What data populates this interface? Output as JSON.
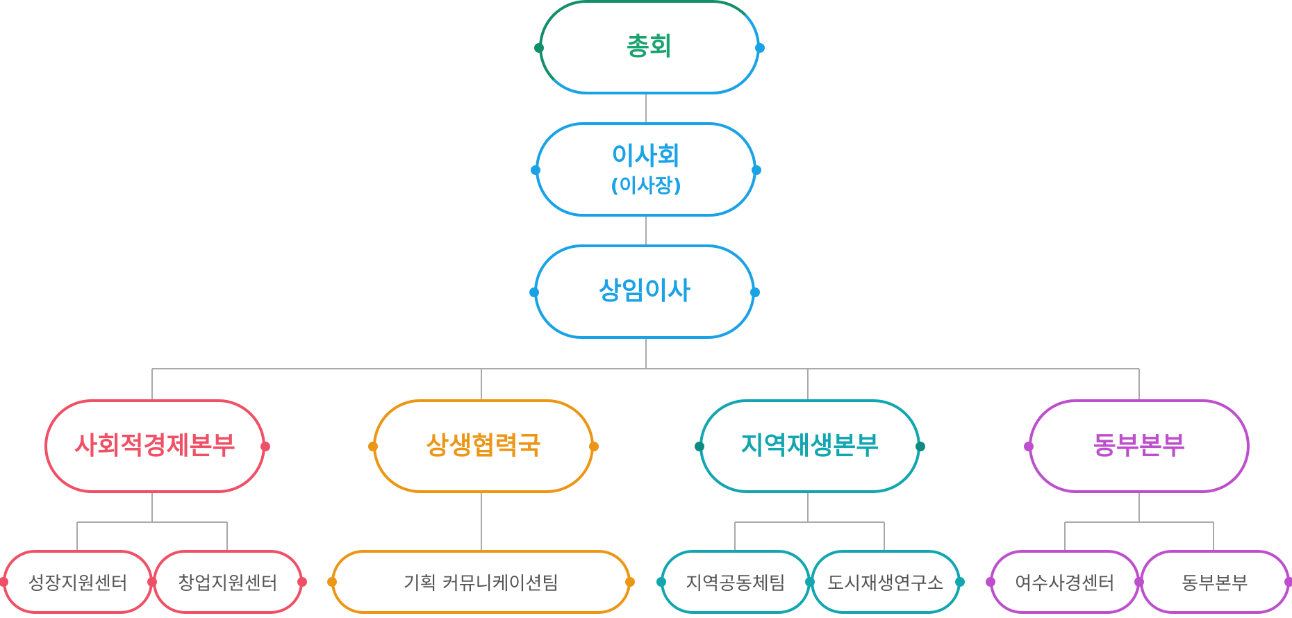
{
  "colors": {
    "green": "#128f68",
    "blue": "#1aa2e6",
    "red": "#ef5065",
    "orange": "#ec9615",
    "teal": "#12a6b0",
    "tealDark": "#0e8b80",
    "purple": "#be4fcc",
    "line": "#a9a9a9"
  },
  "nodes": [
    {
      "id": "general",
      "label": "총회",
      "border": [
        "#128f68",
        "#1aa2e6"
      ],
      "text": "#1aa26f",
      "dots": [
        "#128f68",
        "#1aa2e6"
      ]
    },
    {
      "id": "board",
      "label": "이사회",
      "sub": "(이사장)",
      "border": [
        "#1aa2e6",
        "#1aa2e6"
      ],
      "text": "#1aa2e6",
      "dots": [
        "#1aa2e6",
        "#1aa2e6"
      ]
    },
    {
      "id": "executive",
      "label": "상임이사",
      "border": [
        "#1aa2e6",
        "#1aa2e6"
      ],
      "text": "#1aa2e6",
      "dots": [
        "#1aa2e6",
        "#1aa2e6"
      ]
    },
    {
      "id": "social",
      "label": "사회적경제본부",
      "border": [
        "#ef5065",
        "#ef5065"
      ],
      "text": "#ef5065",
      "dots": [
        null,
        "#ef5065"
      ]
    },
    {
      "id": "coexist",
      "label": "상생협력국",
      "border": [
        "#ec9615",
        "#ec9615"
      ],
      "text": "#ec9615",
      "dots": [
        "#ec9615",
        "#ec9615"
      ]
    },
    {
      "id": "regen",
      "label": "지역재생본부",
      "border": [
        "#12a6b0",
        "#12a6b0"
      ],
      "text": "#12a6b0",
      "dots": [
        "#0e8b80",
        "#0e8b80"
      ]
    },
    {
      "id": "east",
      "label": "동부본부",
      "border": [
        "#be4fcc",
        "#be4fcc"
      ],
      "text": "#be4fcc",
      "dots": [
        "#be4fcc",
        null
      ]
    },
    {
      "id": "growth",
      "label": "성장지원센터",
      "border": [
        "#ef5065",
        "#ef5065"
      ],
      "text": "#555555",
      "dots": [
        "#ef5065",
        "#ef5065"
      ]
    },
    {
      "id": "startup",
      "label": "창업지원센터",
      "border": [
        "#ef5065",
        "#ef5065"
      ],
      "text": "#555555",
      "dots": [
        null,
        "#ef5065"
      ]
    },
    {
      "id": "planning",
      "label": "기획 커뮤니케이션팀",
      "border": [
        "#ec9615",
        "#ec9615"
      ],
      "text": "#555555",
      "dots": [
        "#ec9615",
        "#ec9615"
      ]
    },
    {
      "id": "community",
      "label": "지역공동체팀",
      "border": [
        "#12a6b0",
        "#12a6b0"
      ],
      "text": "#555555",
      "dots": [
        "#12a6b0",
        "#12a6b0"
      ]
    },
    {
      "id": "urban",
      "label": "도시재생연구소",
      "border": [
        "#12a6b0",
        "#12a6b0"
      ],
      "text": "#555555",
      "dots": [
        null,
        "#12a6b0"
      ]
    },
    {
      "id": "yeosu",
      "label": "여수사경센터",
      "border": [
        "#be4fcc",
        "#be4fcc"
      ],
      "text": "#555555",
      "dots": [
        "#be4fcc",
        "#be4fcc"
      ]
    },
    {
      "id": "east2",
      "label": "동부본부",
      "border": [
        "#be4fcc",
        "#be4fcc"
      ],
      "text": "#555555",
      "dots": [
        null,
        "#be4fcc"
      ]
    }
  ]
}
